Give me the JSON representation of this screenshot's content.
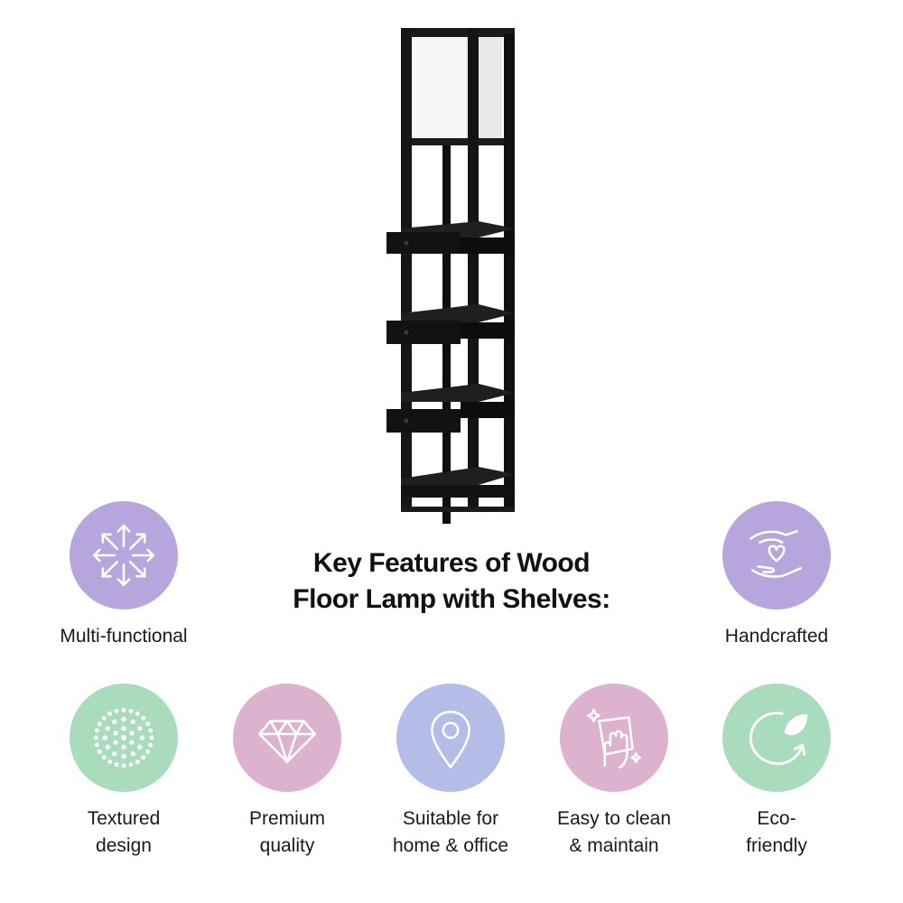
{
  "heading": {
    "line1": "Key Features of Wood",
    "line2": "Floor Lamp with Shelves:"
  },
  "features": [
    {
      "icon": "arrows-outward-icon",
      "color": "#b7a6dd",
      "lines": [
        "Multi-functional"
      ]
    },
    {
      "icon": "hands-heart-icon",
      "color": "#b7a6dd",
      "lines": [
        "Handcrafted"
      ]
    },
    {
      "icon": "dot-pattern-icon",
      "color": "#a8dcbc",
      "lines": [
        "Textured",
        "design"
      ]
    },
    {
      "icon": "diamond-icon",
      "color": "#dcb2cf",
      "lines": [
        "Premium",
        "quality"
      ]
    },
    {
      "icon": "location-pin-icon",
      "color": "#b3bde6",
      "lines": [
        "Suitable for",
        "home & office"
      ]
    },
    {
      "icon": "cleaning-hand-icon",
      "color": "#dcb2cf",
      "lines": [
        "Easy to clean",
        "& maintain"
      ]
    },
    {
      "icon": "eco-leaf-icon",
      "color": "#a8dcbc",
      "lines": [
        "Eco-",
        "friendly"
      ]
    }
  ]
}
